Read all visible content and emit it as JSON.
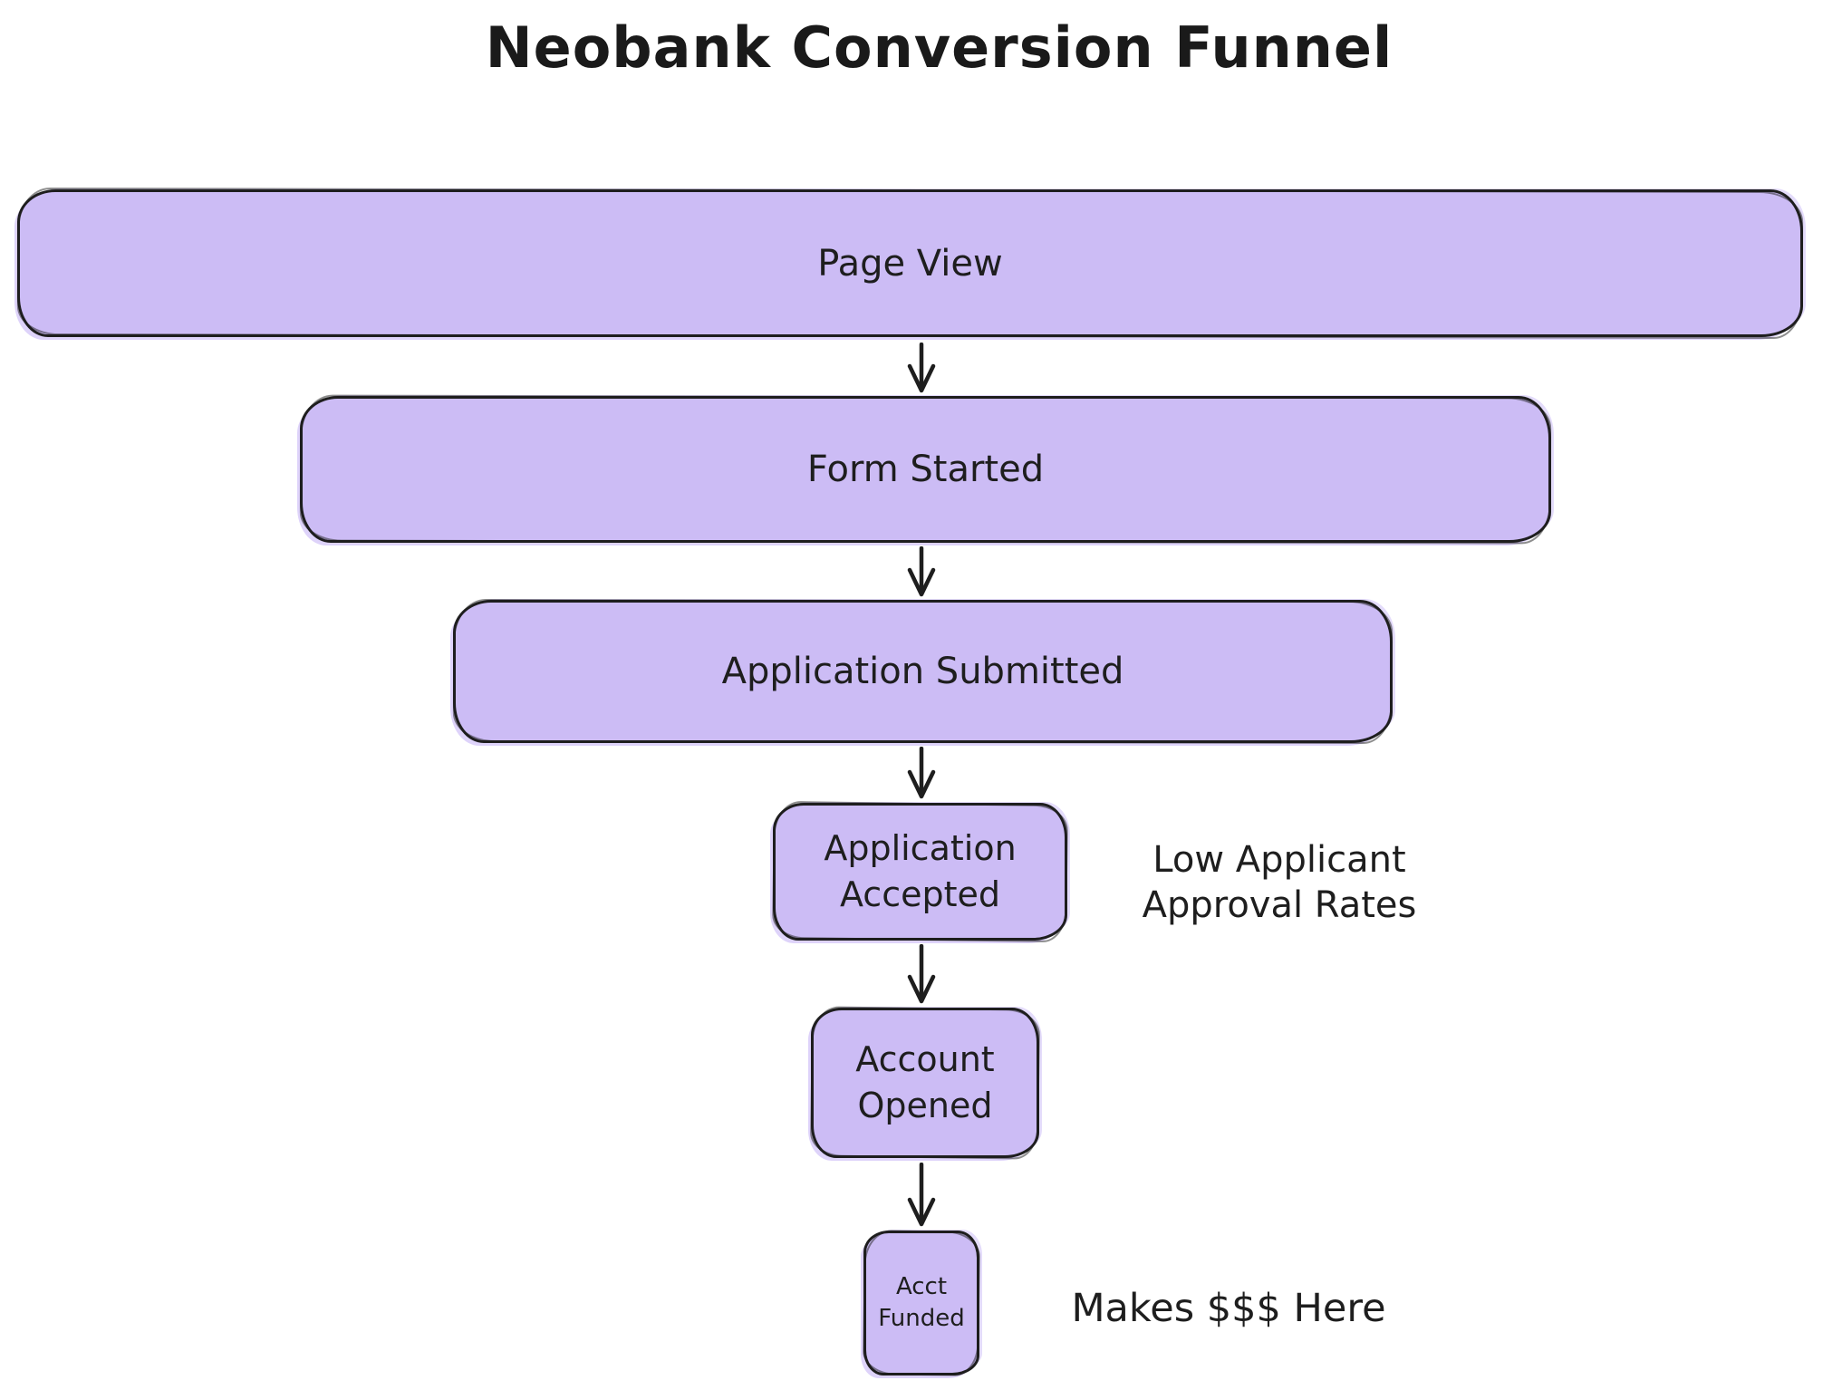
{
  "title": "Neobank Conversion Funnel",
  "colors": {
    "stage_fill": "#ccbcf5",
    "stroke": "#1e1e1e",
    "background": "#ffffff"
  },
  "funnel": {
    "stages": [
      {
        "id": "page-view",
        "label": "Page View"
      },
      {
        "id": "form-started",
        "label": "Form Started"
      },
      {
        "id": "application-submitted",
        "label": "Application Submitted"
      },
      {
        "id": "application-accepted",
        "label": "Application Accepted"
      },
      {
        "id": "account-opened",
        "label": "Account Opened"
      },
      {
        "id": "acct-funded",
        "label": "Acct Funded"
      }
    ]
  },
  "annotations": [
    {
      "line1": "Low Applicant",
      "line2": "Approval Rates"
    },
    {
      "line1": "Makes $$$ Here"
    }
  ]
}
